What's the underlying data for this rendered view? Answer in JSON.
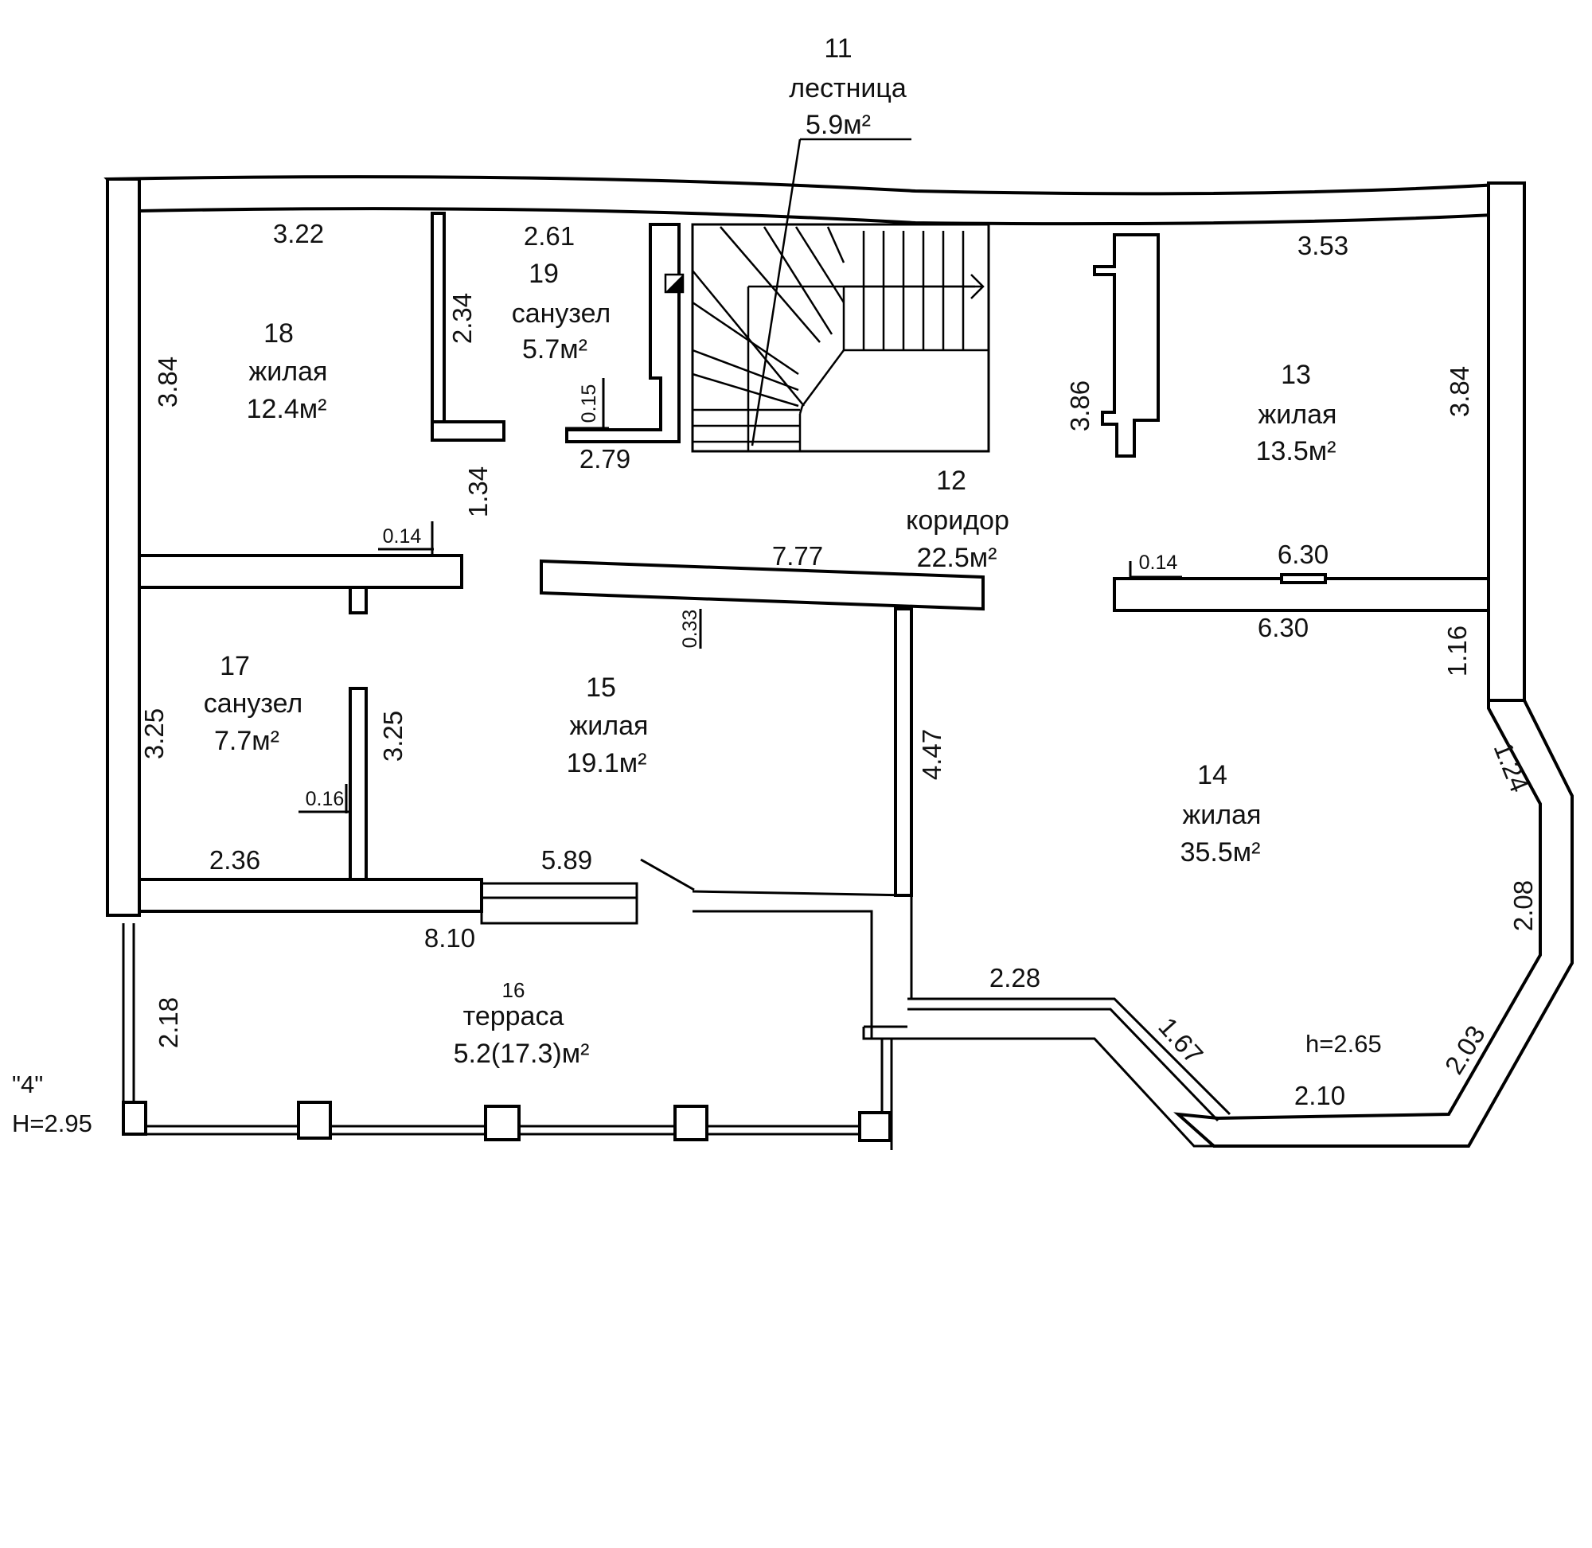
{
  "rooms": {
    "r11": {
      "num": "11",
      "name": "лестница",
      "area": "5.9м²"
    },
    "r12": {
      "num": "12",
      "name": "коридор",
      "area": "22.5м²"
    },
    "r13": {
      "num": "13",
      "name": "жилая",
      "area": "13.5м²"
    },
    "r14": {
      "num": "14",
      "name": "жилая",
      "area": "35.5м²"
    },
    "r15": {
      "num": "15",
      "name": "жилая",
      "area": "19.1м²"
    },
    "r16": {
      "num": "16",
      "name": "терраса",
      "area": "5.2(17.3)м²"
    },
    "r17": {
      "num": "17",
      "name": "санузел",
      "area": "7.7м²"
    },
    "r18": {
      "num": "18",
      "name": "жилая",
      "area": "12.4м²"
    },
    "r19": {
      "num": "19",
      "name": "санузел",
      "area": "5.7м²"
    }
  },
  "dims": {
    "d322": "3.22",
    "d261": "2.61",
    "d353": "3.53",
    "d234": "2.34",
    "d384a": "3.84",
    "d384b": "3.84",
    "d386": "3.86",
    "d015": "0.15",
    "d279": "2.79",
    "d134": "1.34",
    "d014a": "0.14",
    "d014b": "0.14",
    "d777": "7.77",
    "d630a": "6.30",
    "d630b": "6.30",
    "d033": "0.33",
    "d116": "1.16",
    "d325a": "3.25",
    "d325b": "3.25",
    "d447": "4.47",
    "d124": "1.24",
    "d016": "0.16",
    "d236": "2.36",
    "d589": "5.89",
    "d208": "2.08",
    "d810": "8.10",
    "d228": "2.28",
    "d218": "2.18",
    "d167": "1.67",
    "d203": "2.03",
    "d210": "2.10"
  },
  "notes": {
    "height_room": "h=2.65",
    "level_label": "\"4\"",
    "level_height": "H=2.95"
  }
}
